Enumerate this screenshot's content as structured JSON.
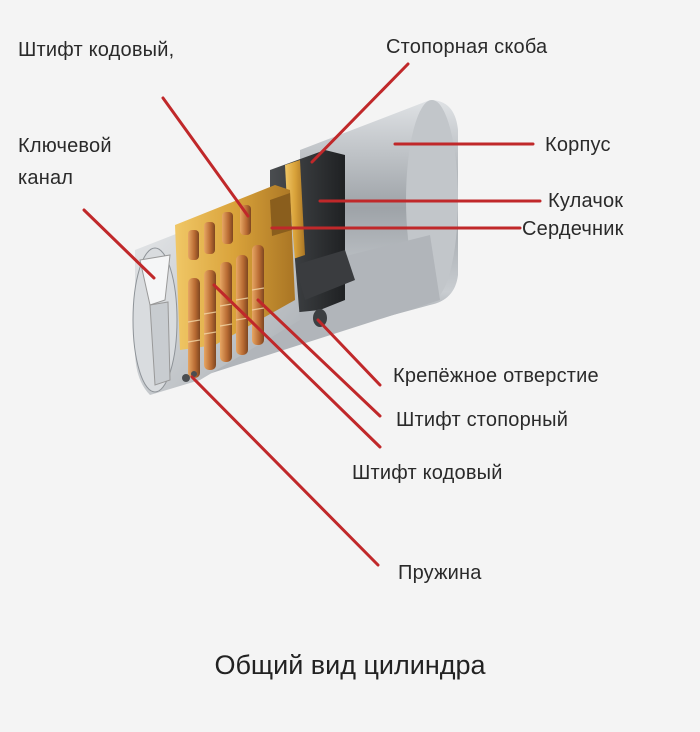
{
  "labels": {
    "code_pin_top": "Штифт кодовый,",
    "retaining_clip": "Стопорная скоба",
    "key_channel_line1": "Ключевой",
    "key_channel_line2": "канал",
    "body": "Корпус",
    "cam": "Кулачок",
    "core": "Сердечник",
    "mounting_hole": "Крепёжное отверстие",
    "stop_pin": "Штифт стопорный",
    "code_pin": "Штифт кодовый",
    "spring": "Пружина"
  },
  "caption": "Общий вид цилиндра",
  "colors": {
    "leader": "#c0282a",
    "brass": "#d9a23a",
    "steel": "#b9bdc2",
    "copper": "#b86a32",
    "background": "#f4f4f4"
  }
}
